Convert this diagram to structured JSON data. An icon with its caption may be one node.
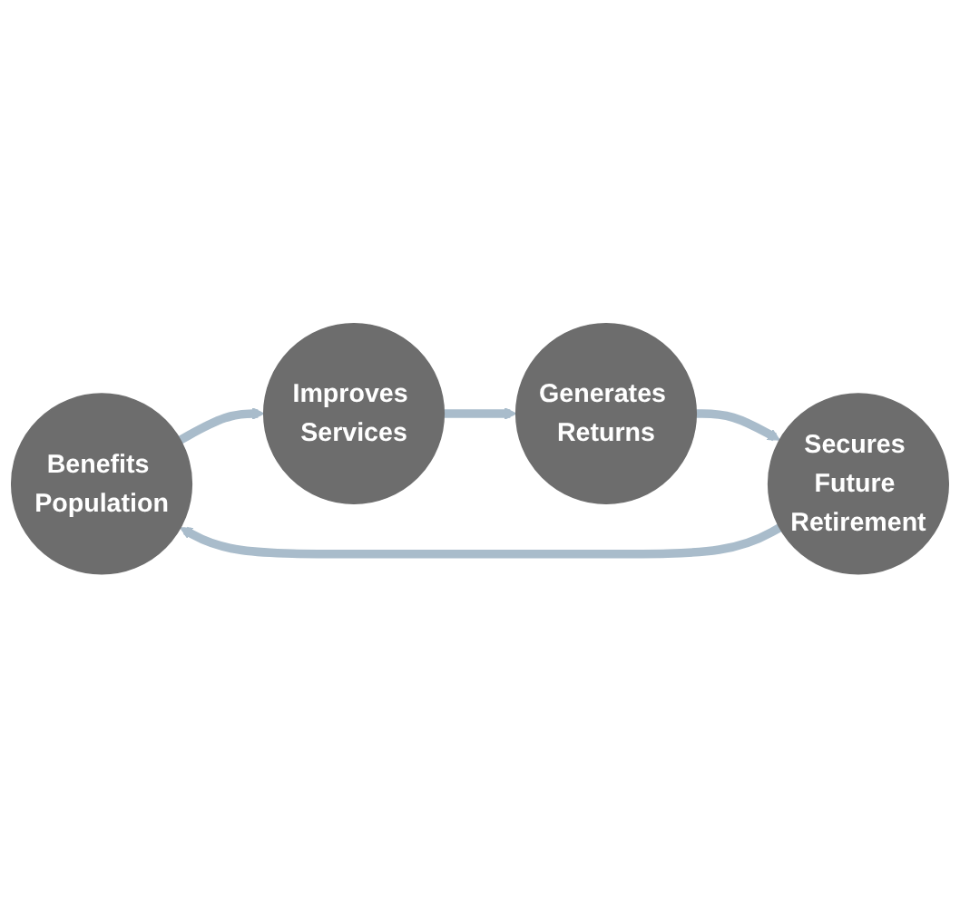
{
  "diagram": {
    "nodes": [
      {
        "text": [
          "Benefits Population"
        ]
      },
      {
        "text": [
          "Improves Services"
        ]
      },
      {
        "text": [
          "Generates Returns"
        ]
      },
      {
        "text": [
          "Secures Future Retirement"
        ]
      }
    ],
    "edges": [
      {
        "from": 0,
        "to": 1,
        "arrow": "to"
      },
      {
        "from": 1,
        "to": 2,
        "arrow": "to"
      },
      {
        "from": 2,
        "to": 3,
        "arrow": "to"
      },
      {
        "from": 3,
        "to": 0,
        "arrow": "to"
      }
    ]
  }
}
